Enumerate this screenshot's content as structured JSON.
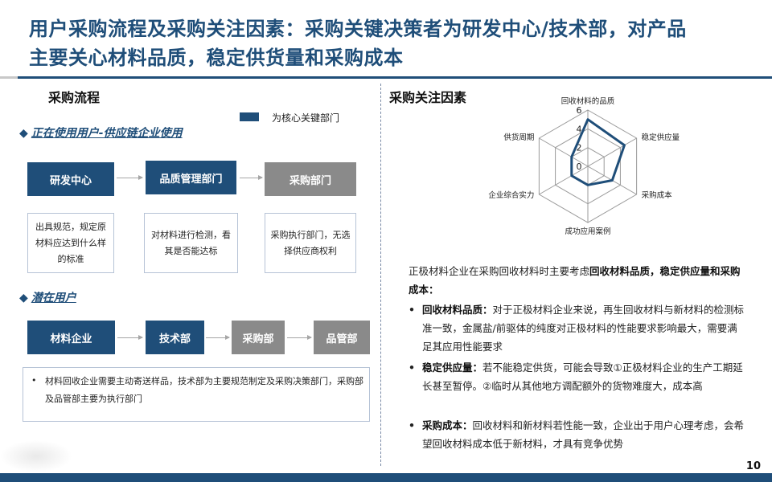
{
  "header": {
    "title_line1": "用户采购流程及采购关注因素：采购关键决策者为研发中心/技术部，对产品",
    "title_line2": "主要关心材料品质，稳定供货量和采购成本"
  },
  "left": {
    "section_title": "采购流程",
    "legend_label": "为核心关键部门",
    "legend_color": "#1f4e79",
    "group1": {
      "heading": "正在使用用户-供应链企业使用",
      "boxes": [
        "研发中心",
        "品质管理部门",
        "采购部门"
      ],
      "notes": [
        "出具规范，规定原材料应达到什么样的标准",
        "对材料进行检测，看其是否能达标",
        "采购执行部门，无选择供应商权利"
      ]
    },
    "group2": {
      "heading": "潜在用户",
      "boxes": [
        "材料企业",
        "技术部",
        "采购部",
        "品管部"
      ],
      "note": "材料回收企业需要主动寄送样品，技术部为主要规范制定及采购决策部门，采购部及品管部主要为执行部门"
    }
  },
  "right": {
    "section_title": "采购关注因素",
    "intro_plain": "正极材料企业在采购回收材料时主要考虑",
    "intro_bold": "回收材料品质，稳定供应量和采购成本：",
    "items": [
      {
        "bold": "回收材料品质：",
        "text": "对于正极材料企业来说，再生回收材料与新材料的检测标准一致，金属盐/前驱体的纯度对正极材料的性能要求影响最大，需要满足其应用性能要求"
      },
      {
        "bold": "稳定供应量：",
        "text": "若不能稳定供货，可能会导致①正极材料企业的生产工期延长甚至暂停。②临时从其他地方调配额外的货物难度大，成本高"
      },
      {
        "bold": "采购成本：",
        "text": "回收材料和新材料若性能一致，企业出于用户心理考虑，会希望回收材料成本低于新材料，才具有竞争优势"
      }
    ]
  },
  "chart_data": {
    "type": "radar",
    "categories": [
      "回收材料的品质",
      "稳定供应量",
      "采购成本",
      "成功应用案例",
      "企业综合实力",
      "供货周期"
    ],
    "values": [
      5,
      4.5,
      3,
      2,
      2,
      2
    ],
    "ylim": [
      0,
      6
    ],
    "ticks": [
      "0",
      "2",
      "4",
      "6"
    ],
    "series_color": "#1f4e79",
    "grid": true
  },
  "footer": {
    "page_number": "10"
  }
}
